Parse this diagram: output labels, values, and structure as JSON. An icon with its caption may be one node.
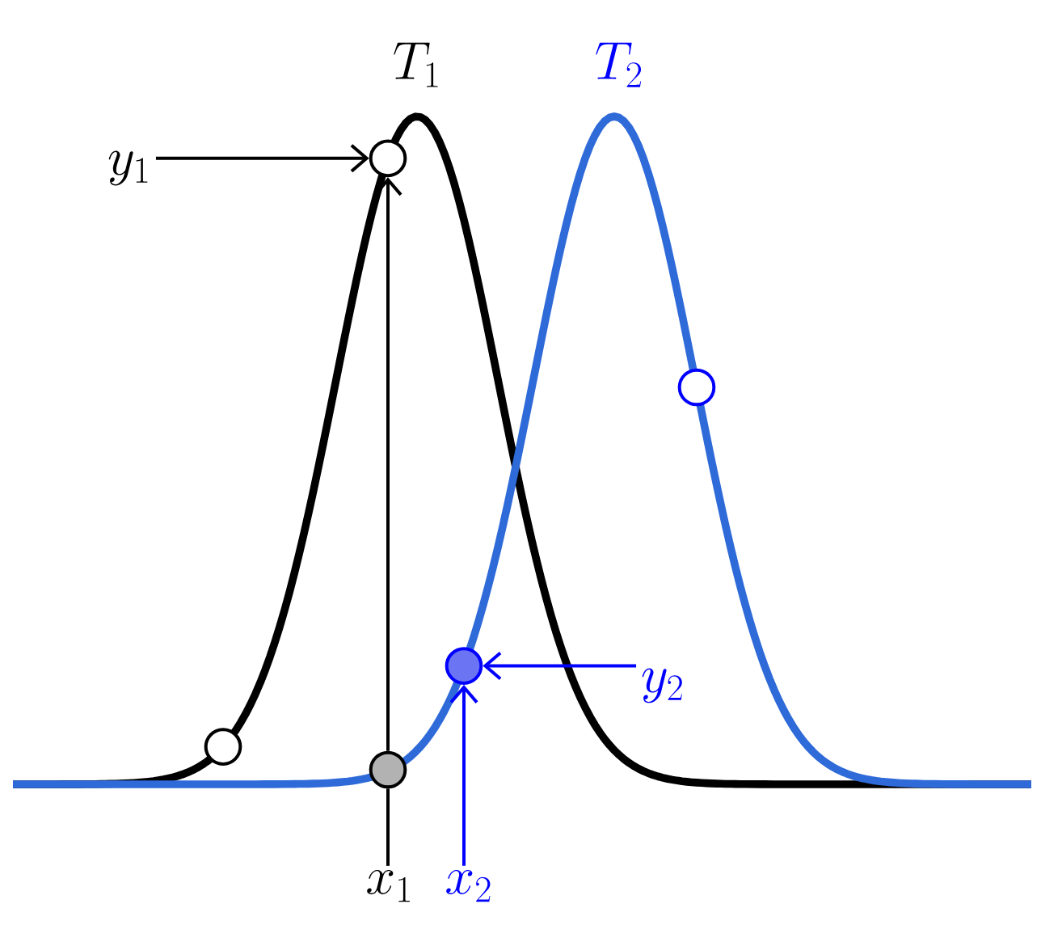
{
  "diagram": {
    "nodes": [
      {
        "text": [
          "y_1"
        ]
      },
      {
        "text": [],
        "shape": "circle"
      },
      {
        "text": [
          "x_1"
        ]
      },
      {
        "text": [
          "y_2"
        ]
      },
      {
        "text": [],
        "shape": "circle"
      },
      {
        "text": [
          "x_2"
        ]
      },
      {
        "text": [],
        "shape": "circle"
      },
      {
        "text": [],
        "shape": "circle"
      },
      {
        "text": [],
        "shape": "circle"
      }
    ],
    "edges": [
      {
        "from": 0,
        "to": 1,
        "arrow": "to"
      },
      {
        "from": 2,
        "to": 7,
        "arrow": "none"
      },
      {
        "from": 7,
        "to": 1,
        "arrow": "to"
      },
      {
        "from": 3,
        "to": 4,
        "arrow": "to",
        "color": "#0000ff"
      },
      {
        "from": 5,
        "to": 4,
        "arrow": "to",
        "color": "#0000ff"
      }
    ],
    "labels": [
      "T_1",
      "T_2"
    ]
  }
}
